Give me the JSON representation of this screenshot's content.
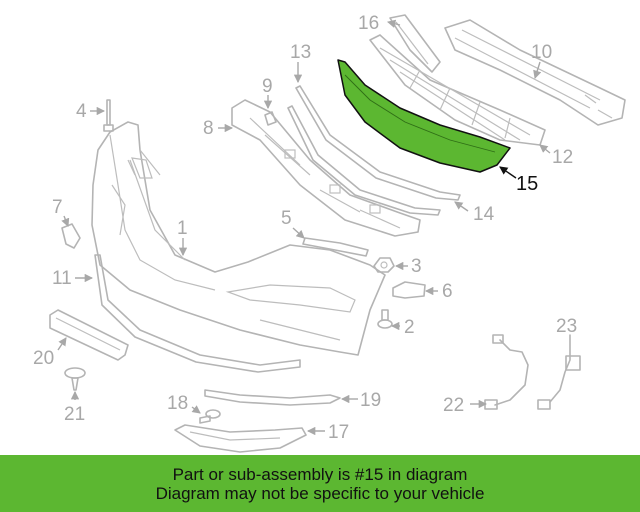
{
  "diagram": {
    "highlight_color": "#5cb731",
    "highlighted_part": "15",
    "callouts": {
      "c1": "1",
      "c2": "2",
      "c3": "3",
      "c4": "4",
      "c5": "5",
      "c6": "6",
      "c7": "7",
      "c8": "8",
      "c9": "9",
      "c10": "10",
      "c11": "11",
      "c12": "12",
      "c13": "13",
      "c14": "14",
      "c15": "15",
      "c16": "16",
      "c17": "17",
      "c18": "18",
      "c19": "19",
      "c20": "20",
      "c21": "21",
      "c22": "22",
      "c23": "23"
    }
  },
  "banner": {
    "line1": "Part or sub-assembly is #15 in diagram",
    "line2": "Diagram may not be specific to your vehicle"
  }
}
